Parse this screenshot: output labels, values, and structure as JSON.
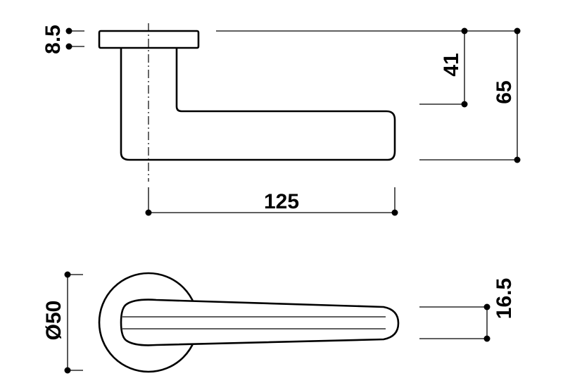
{
  "dimensions": {
    "rose_thickness": "8.5",
    "stem_to_lever_height": "41",
    "total_height": "65",
    "lever_length": "125",
    "rose_diameter": "Ø50",
    "lever_thickness": "16.5"
  }
}
